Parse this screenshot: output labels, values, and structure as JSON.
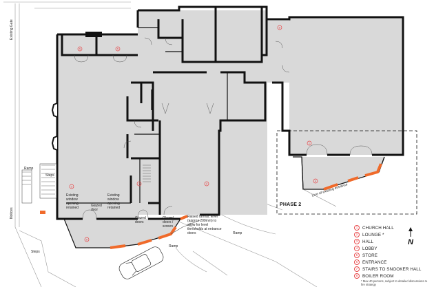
{
  "labels": {
    "existing_gate": "Existing Gate",
    "notices": "Notices",
    "ramp_left": "Ramp",
    "steps_left_upper": "Steps",
    "steps_left_lower": "Steps",
    "existing_window_left": "Existing\nwindow\nopening\nretained",
    "glazed_door": "Glazed\ndoor",
    "existing_window_right": "Existing\nwindow\nopening\nretained",
    "glazed_doors": "Glazed\ndoors",
    "glazed_doors_screen": "Glazed\ndoors /\nscreen",
    "raised_tarmac": "Raised tarmac level\n(approx 200mm) to\nallow for level\nthresholds at entrance\ndoors",
    "ramp_bottom": "Ramp",
    "ramp_right": "Ramp",
    "phase2": "PHASE 2",
    "line_of_entrance": "Line of existing entrance"
  },
  "room_numbers": {
    "n5a": "5",
    "n5b": "5",
    "n8": "8",
    "n3": "3",
    "n7": "7",
    "n2": "2",
    "n1": "1",
    "n4": "4",
    "n6": "6"
  },
  "legend": [
    {
      "num": "1",
      "text": "CHURCH HALL"
    },
    {
      "num": "2",
      "text": "LOUNGE *"
    },
    {
      "num": "3",
      "text": "HALL"
    },
    {
      "num": "4",
      "text": "LOBBY"
    },
    {
      "num": "5",
      "text": "STORE"
    },
    {
      "num": "6",
      "text": "ENTRANCE"
    },
    {
      "num": "7",
      "text": "STAIRS TO SNOOKER HALL"
    },
    {
      "num": "8",
      "text": "BOILER ROOM"
    }
  ],
  "legend_note": "* Max 40 persons, subject to detailed discussions re fire strategy",
  "north_label": "N",
  "colors": {
    "wall": "#111111",
    "floor": "#d9d9d9",
    "accent": "#f06a2a",
    "room_number": "#e8484a"
  }
}
